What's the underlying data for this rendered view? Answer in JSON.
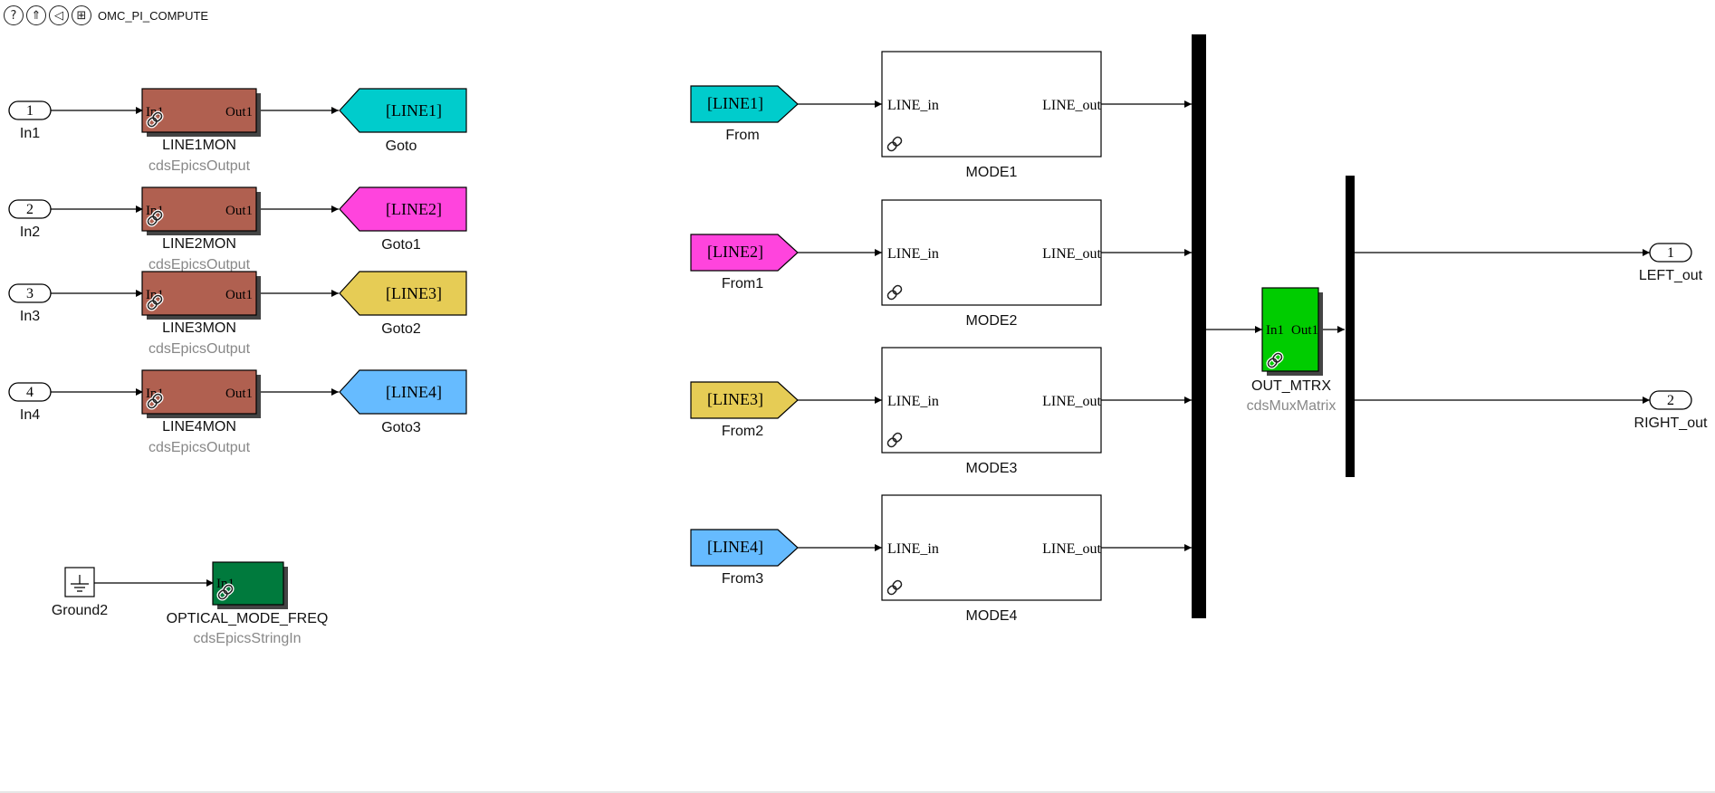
{
  "toolbar": {
    "help_glyph": "?",
    "up_glyph": "⇑",
    "back_glyph": "◁",
    "grid_glyph": "⊞",
    "model_name": "OMC_PI_COMPUTE"
  },
  "inports": [
    {
      "num": "1",
      "label": "In1"
    },
    {
      "num": "2",
      "label": "In2"
    },
    {
      "num": "3",
      "label": "In3"
    },
    {
      "num": "4",
      "label": "In4"
    }
  ],
  "monitors": [
    {
      "in_port": "In1",
      "out_port": "Out1",
      "name": "LINE1MON",
      "lib": "cdsEpicsOutput"
    },
    {
      "in_port": "In1",
      "out_port": "Out1",
      "name": "LINE2MON",
      "lib": "cdsEpicsOutput"
    },
    {
      "in_port": "In1",
      "out_port": "Out1",
      "name": "LINE3MON",
      "lib": "cdsEpicsOutput"
    },
    {
      "in_port": "In1",
      "out_port": "Out1",
      "name": "LINE4MON",
      "lib": "cdsEpicsOutput"
    }
  ],
  "gotos": [
    {
      "tag": "[LINE1]",
      "label": "Goto",
      "color": "#00cccc"
    },
    {
      "tag": "[LINE2]",
      "label": "Goto1",
      "color": "#ff44dd"
    },
    {
      "tag": "[LINE3]",
      "label": "Goto2",
      "color": "#e6cc55"
    },
    {
      "tag": "[LINE4]",
      "label": "Goto3",
      "color": "#66bbff"
    }
  ],
  "froms": [
    {
      "tag": "[LINE1]",
      "label": "From",
      "color": "#00cccc"
    },
    {
      "tag": "[LINE2]",
      "label": "From1",
      "color": "#ff44dd"
    },
    {
      "tag": "[LINE3]",
      "label": "From2",
      "color": "#e6cc55"
    },
    {
      "tag": "[LINE4]",
      "label": "From3",
      "color": "#66bbff"
    }
  ],
  "modes": [
    {
      "in_port": "LINE_in",
      "out_port": "LINE_out",
      "name": "MODE1"
    },
    {
      "in_port": "LINE_in",
      "out_port": "LINE_out",
      "name": "MODE2"
    },
    {
      "in_port": "LINE_in",
      "out_port": "LINE_out",
      "name": "MODE3"
    },
    {
      "in_port": "LINE_in",
      "out_port": "LINE_out",
      "name": "MODE4"
    }
  ],
  "matrix": {
    "in_port": "In1",
    "out_port": "Out1",
    "name": "OUT_MTRX",
    "lib": "cdsMuxMatrix",
    "color": "#00cc00"
  },
  "outports": [
    {
      "num": "1",
      "label": "LEFT_out"
    },
    {
      "num": "2",
      "label": "RIGHT_out"
    }
  ],
  "ground": {
    "label": "Ground2"
  },
  "string_in": {
    "in_port": "In1",
    "name": "OPTICAL_MODE_FREQ",
    "lib": "cdsEpicsStringIn",
    "color": "#007a3d"
  },
  "colors": {
    "monitor_fill": "#b06050",
    "shadow": "#444444",
    "line": "#000000",
    "link_badge": "#ffffff"
  }
}
